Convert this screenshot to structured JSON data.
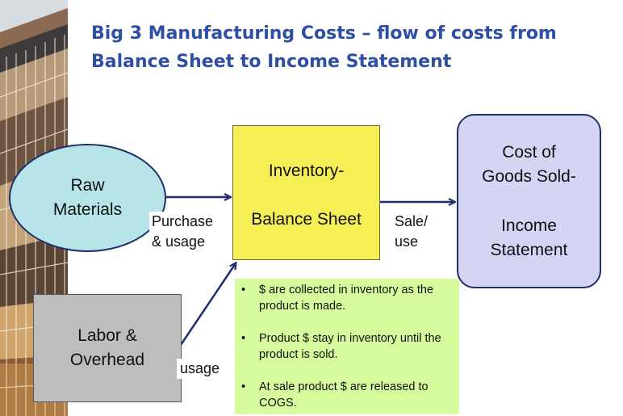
{
  "title": {
    "line1": "Big 3 Manufacturing Costs – flow of costs from",
    "line2": "Balance Sheet to Income Statement"
  },
  "nodes": {
    "raw_materials": {
      "line1": "Raw",
      "line2": "Materials"
    },
    "inventory": {
      "line1": "Inventory-",
      "line2": "Balance Sheet"
    },
    "cogs": {
      "line1": "Cost of",
      "line2": "Goods Sold-",
      "line3": "Income",
      "line4": "Statement"
    },
    "labor_overhead": {
      "line1": "Labor &",
      "line2": "Overhead"
    }
  },
  "edge_labels": {
    "purchase_line1": "Purchase",
    "purchase_line2": "& usage",
    "sale_line1": "Sale/",
    "sale_line2": "use",
    "usage": "usage"
  },
  "notes": [
    "$ are collected in inventory as the product is made.",
    "Product $ stay in inventory until the product is sold.",
    "At sale product $ are released to COGS."
  ],
  "colors": {
    "title": "#2e4fa2",
    "raw_materials_fill": "#b7e4e8",
    "inventory_fill": "#f5ef55",
    "cogs_fill": "#d3d5f3",
    "labor_fill": "#bdbdbd",
    "notes_fill": "#d6fb9c",
    "arrow": "#1f2f6b"
  }
}
